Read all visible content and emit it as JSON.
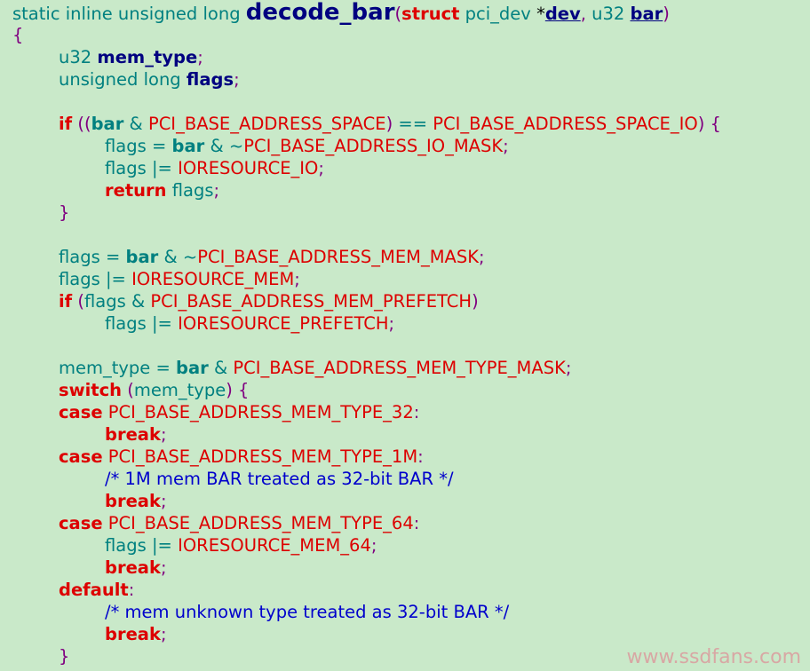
{
  "code_lines": [
    {
      "indent": 0,
      "tokens": [
        [
          "kw",
          "static inline unsigned long "
        ],
        [
          "fn",
          "decode_bar"
        ],
        [
          "pn",
          "("
        ],
        [
          "kb",
          "struct"
        ],
        [
          "kw",
          " pci_dev "
        ],
        [
          "pl",
          "*"
        ],
        [
          "varu",
          "dev"
        ],
        [
          "pn",
          ", "
        ],
        [
          "kw",
          "u32 "
        ],
        [
          "varu",
          "bar"
        ],
        [
          "pn",
          ")"
        ]
      ]
    },
    {
      "indent": 0,
      "tokens": [
        [
          "pn",
          "{"
        ]
      ]
    },
    {
      "indent": 1,
      "tokens": [
        [
          "kw",
          "u32 "
        ],
        [
          "var",
          "mem_type"
        ],
        [
          "pn",
          ";"
        ]
      ]
    },
    {
      "indent": 1,
      "tokens": [
        [
          "kw",
          "unsigned long "
        ],
        [
          "var",
          "flags"
        ],
        [
          "pn",
          ";"
        ]
      ]
    },
    {
      "indent": 0,
      "tokens": []
    },
    {
      "indent": 1,
      "tokens": [
        [
          "kb",
          "if"
        ],
        [
          "pn",
          " (("
        ],
        [
          "idb",
          "bar"
        ],
        [
          "op",
          " & "
        ],
        [
          "const",
          "PCI_BASE_ADDRESS_SPACE"
        ],
        [
          "pn",
          ") "
        ],
        [
          "op",
          "== "
        ],
        [
          "const",
          "PCI_BASE_ADDRESS_SPACE_IO"
        ],
        [
          "pn",
          ") {"
        ]
      ]
    },
    {
      "indent": 2,
      "tokens": [
        [
          "id",
          "flags "
        ],
        [
          "op",
          "= "
        ],
        [
          "idb",
          "bar"
        ],
        [
          "op",
          " & ~"
        ],
        [
          "const",
          "PCI_BASE_ADDRESS_IO_MASK"
        ],
        [
          "pn",
          ";"
        ]
      ]
    },
    {
      "indent": 2,
      "tokens": [
        [
          "id",
          "flags "
        ],
        [
          "op",
          "|= "
        ],
        [
          "const",
          "IORESOURCE_IO"
        ],
        [
          "pn",
          ";"
        ]
      ]
    },
    {
      "indent": 2,
      "tokens": [
        [
          "kb",
          "return"
        ],
        [
          "id",
          " flags"
        ],
        [
          "pn",
          ";"
        ]
      ]
    },
    {
      "indent": 1,
      "tokens": [
        [
          "pn",
          "}"
        ]
      ]
    },
    {
      "indent": 0,
      "tokens": []
    },
    {
      "indent": 1,
      "tokens": [
        [
          "id",
          "flags "
        ],
        [
          "op",
          "= "
        ],
        [
          "idb",
          "bar"
        ],
        [
          "op",
          " & ~"
        ],
        [
          "const",
          "PCI_BASE_ADDRESS_MEM_MASK"
        ],
        [
          "pn",
          ";"
        ]
      ]
    },
    {
      "indent": 1,
      "tokens": [
        [
          "id",
          "flags "
        ],
        [
          "op",
          "|= "
        ],
        [
          "const",
          "IORESOURCE_MEM"
        ],
        [
          "pn",
          ";"
        ]
      ]
    },
    {
      "indent": 1,
      "tokens": [
        [
          "kb",
          "if"
        ],
        [
          "pn",
          " ("
        ],
        [
          "id",
          "flags "
        ],
        [
          "op",
          "& "
        ],
        [
          "const",
          "PCI_BASE_ADDRESS_MEM_PREFETCH"
        ],
        [
          "pn",
          ")"
        ]
      ]
    },
    {
      "indent": 2,
      "tokens": [
        [
          "id",
          "flags "
        ],
        [
          "op",
          "|= "
        ],
        [
          "const",
          "IORESOURCE_PREFETCH"
        ],
        [
          "pn",
          ";"
        ]
      ]
    },
    {
      "indent": 0,
      "tokens": []
    },
    {
      "indent": 1,
      "tokens": [
        [
          "id",
          "mem_type "
        ],
        [
          "op",
          "= "
        ],
        [
          "idb",
          "bar"
        ],
        [
          "op",
          " & "
        ],
        [
          "const",
          "PCI_BASE_ADDRESS_MEM_TYPE_MASK"
        ],
        [
          "pn",
          ";"
        ]
      ]
    },
    {
      "indent": 1,
      "tokens": [
        [
          "kb",
          "switch"
        ],
        [
          "pn",
          " ("
        ],
        [
          "id",
          "mem_type"
        ],
        [
          "pn",
          ") {"
        ]
      ]
    },
    {
      "indent": 1,
      "tokens": [
        [
          "kb",
          "case"
        ],
        [
          "const",
          " PCI_BASE_ADDRESS_MEM_TYPE_32"
        ],
        [
          "pn",
          ":"
        ]
      ]
    },
    {
      "indent": 2,
      "tokens": [
        [
          "kb",
          "break"
        ],
        [
          "pn",
          ";"
        ]
      ]
    },
    {
      "indent": 1,
      "tokens": [
        [
          "kb",
          "case"
        ],
        [
          "const",
          " PCI_BASE_ADDRESS_MEM_TYPE_1M"
        ],
        [
          "pn",
          ":"
        ]
      ]
    },
    {
      "indent": 2,
      "tokens": [
        [
          "cm",
          "/* 1M mem BAR treated as 32-bit BAR */"
        ]
      ]
    },
    {
      "indent": 2,
      "tokens": [
        [
          "kb",
          "break"
        ],
        [
          "pn",
          ";"
        ]
      ]
    },
    {
      "indent": 1,
      "tokens": [
        [
          "kb",
          "case"
        ],
        [
          "const",
          " PCI_BASE_ADDRESS_MEM_TYPE_64"
        ],
        [
          "pn",
          ":"
        ]
      ]
    },
    {
      "indent": 2,
      "tokens": [
        [
          "id",
          "flags "
        ],
        [
          "op",
          "|= "
        ],
        [
          "const",
          "IORESOURCE_MEM_64"
        ],
        [
          "pn",
          ";"
        ]
      ]
    },
    {
      "indent": 2,
      "tokens": [
        [
          "kb",
          "break"
        ],
        [
          "pn",
          ";"
        ]
      ]
    },
    {
      "indent": 1,
      "tokens": [
        [
          "kb",
          "default"
        ],
        [
          "pn",
          ":"
        ]
      ]
    },
    {
      "indent": 2,
      "tokens": [
        [
          "cm",
          "/* mem unknown type treated as 32-bit BAR */"
        ]
      ]
    },
    {
      "indent": 2,
      "tokens": [
        [
          "kb",
          "break"
        ],
        [
          "pn",
          ";"
        ]
      ]
    },
    {
      "indent": 1,
      "tokens": [
        [
          "pn",
          "}"
        ]
      ]
    }
  ],
  "watermark": "www.ssdfans.com",
  "colors": {
    "background": "#c9e9c9",
    "keyword_type": "#008080",
    "keyword_control": "#dd0000",
    "function_name": "#000080",
    "constant": "#dd0000",
    "comment": "#0000cc",
    "punctuation": "#800080",
    "watermark": "#d8a7a4"
  }
}
